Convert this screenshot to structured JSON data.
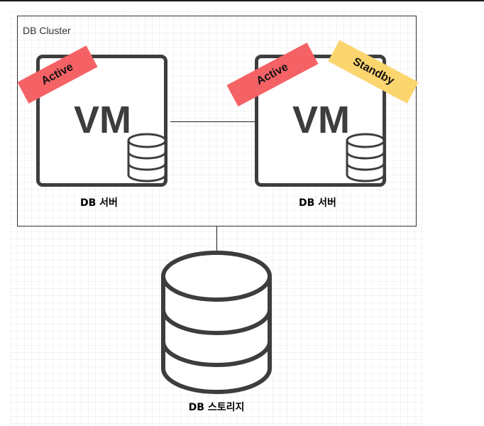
{
  "cluster": {
    "label": "DB Cluster"
  },
  "servers": [
    {
      "vm_label": "VM",
      "label": "DB 서버",
      "badges": [
        "Active"
      ]
    },
    {
      "vm_label": "VM",
      "label": "DB 서버",
      "badges": [
        "Active",
        "Standby"
      ]
    }
  ],
  "storage": {
    "label": "DB 스토리지"
  },
  "colors": {
    "active": "#f56265",
    "standby": "#fbd56e",
    "outline": "#3d3d3d"
  },
  "icons": [
    "database-icon"
  ]
}
